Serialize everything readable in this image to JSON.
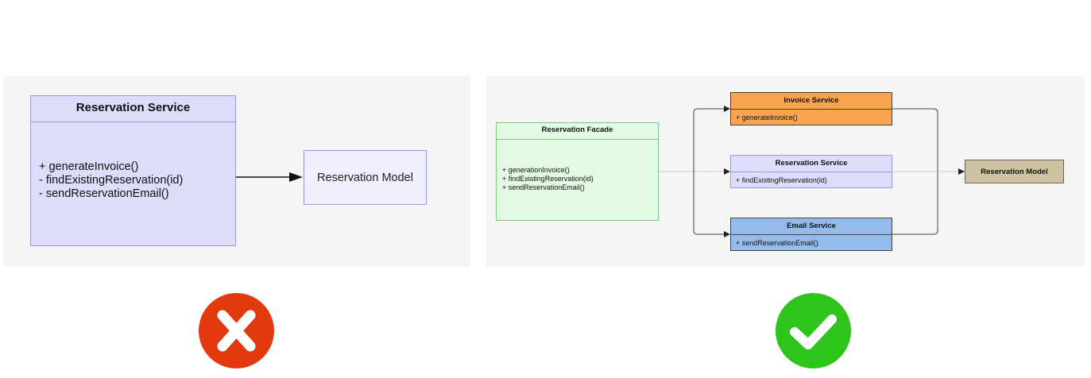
{
  "bad_design": {
    "service": {
      "title": "Reservation Service",
      "methods": [
        "+ generateInvoice()",
        "- findExistingReservation(id)",
        "- sendReservationEmail()"
      ]
    },
    "model": {
      "title": "Reservation Model"
    },
    "verdict_icon": "cross-icon"
  },
  "good_design": {
    "facade": {
      "title": "Reservation Facade",
      "methods": [
        "+ generationInvoice()",
        "+ findExistingReservation(id)",
        "+ sendReservationEmail()"
      ]
    },
    "invoice_service": {
      "title": "Invoice Service",
      "method": "+ generateInvoice()"
    },
    "reservation_service": {
      "title": "Reservation Service",
      "method": "+ findExistingReservation(id)"
    },
    "email_service": {
      "title": "Email Service",
      "method": "+ sendReservationEmail()"
    },
    "model": {
      "title": "Reservation Model"
    },
    "verdict_icon": "check-icon"
  },
  "colors": {
    "service_purple": "#dcdcfb",
    "service_border": "#9999e8",
    "model_bg": "#f0f0fd",
    "facade_green": "#e3fbe3",
    "invoice_orange": "#f9a34f",
    "email_blue": "#94bbec",
    "model_tan": "#cdc3a1",
    "wrong_red": "#e23a0e",
    "right_green": "#2ec41c"
  }
}
